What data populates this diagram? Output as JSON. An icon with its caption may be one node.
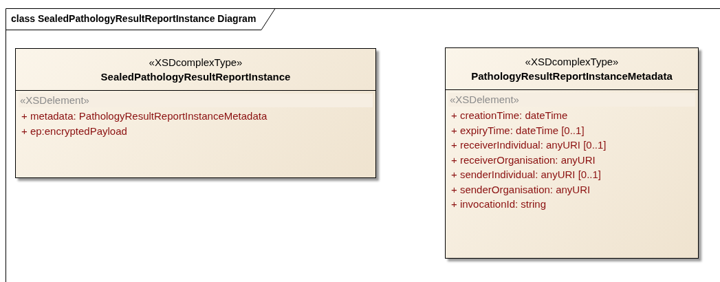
{
  "diagram": {
    "nodes": [
      {
        "text": [
          "class SealedPathologyResultReportInstance Diagram"
        ]
      },
      {
        "text": [
          "«XSDcomplexType»",
          "SealedPathologyResultReportInstance",
          "«XSDelement»",
          "+ metadata: PathologyResultReportInstanceMetadata",
          "+ ep:encryptedPayload"
        ],
        "in": 0
      },
      {
        "text": [
          "«XSDcomplexType»",
          "PathologyResultReportInstanceMetadata",
          "«XSDelement»",
          "+ creationTime: dateTime",
          "+ expiryTime: dateTime [0..1]",
          "+ receiverIndividual: anyURI [0..1]",
          "+ receiverOrganisation: anyURI",
          "+ senderIndividual: anyURI [0..1]",
          "+ senderOrganisation: anyURI",
          "+ invocationId: string"
        ],
        "in": 0
      }
    ],
    "edges": []
  }
}
